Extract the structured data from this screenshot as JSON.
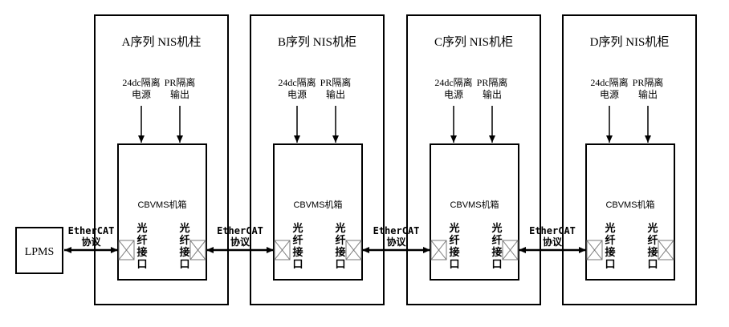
{
  "lpms": {
    "label": "LPMS"
  },
  "cabinets": [
    {
      "title": "A序列 NIS机柱",
      "input_left": [
        "24dc隔离",
        "电源"
      ],
      "input_right": [
        "PR隔离",
        "输出"
      ],
      "chassis": "CBVMS机箱",
      "port_left": [
        "光",
        "纤",
        "接",
        "口"
      ],
      "port_right": [
        "光",
        "纤",
        "接",
        "口"
      ]
    },
    {
      "title": "B序列 NIS机柜",
      "input_left": [
        "24dc隔离",
        "电源"
      ],
      "input_right": [
        "PR隔离",
        "输出"
      ],
      "chassis": "CBVMS机箱",
      "port_left": [
        "光",
        "纤",
        "接",
        "口"
      ],
      "port_right": [
        "光",
        "纤",
        "接",
        "口"
      ]
    },
    {
      "title": "C序列 NIS机柜",
      "input_left": [
        "24dc隔离",
        "电源"
      ],
      "input_right": [
        "PR隔离",
        "输出"
      ],
      "chassis": "CBVMS机箱",
      "port_left": [
        "光",
        "纤",
        "接",
        "口"
      ],
      "port_right": [
        "光",
        "纤",
        "接",
        "口"
      ]
    },
    {
      "title": "D序列 NIS机柜",
      "input_left": [
        "24dc隔离",
        "电源"
      ],
      "input_right": [
        "PR隔离",
        "输出"
      ],
      "chassis": "CBVMS机箱",
      "port_left": [
        "光",
        "纤",
        "接",
        "口"
      ],
      "port_right": [
        "光",
        "纤",
        "接",
        "口"
      ]
    }
  ],
  "links": [
    {
      "line1": "EtherCAT",
      "line2": "协议"
    },
    {
      "line1": "EtherCAT",
      "line2": "协议"
    },
    {
      "line1": "EtherCAT",
      "line2": "协议"
    },
    {
      "line1": "EtherCAT",
      "line2": "协议"
    }
  ]
}
